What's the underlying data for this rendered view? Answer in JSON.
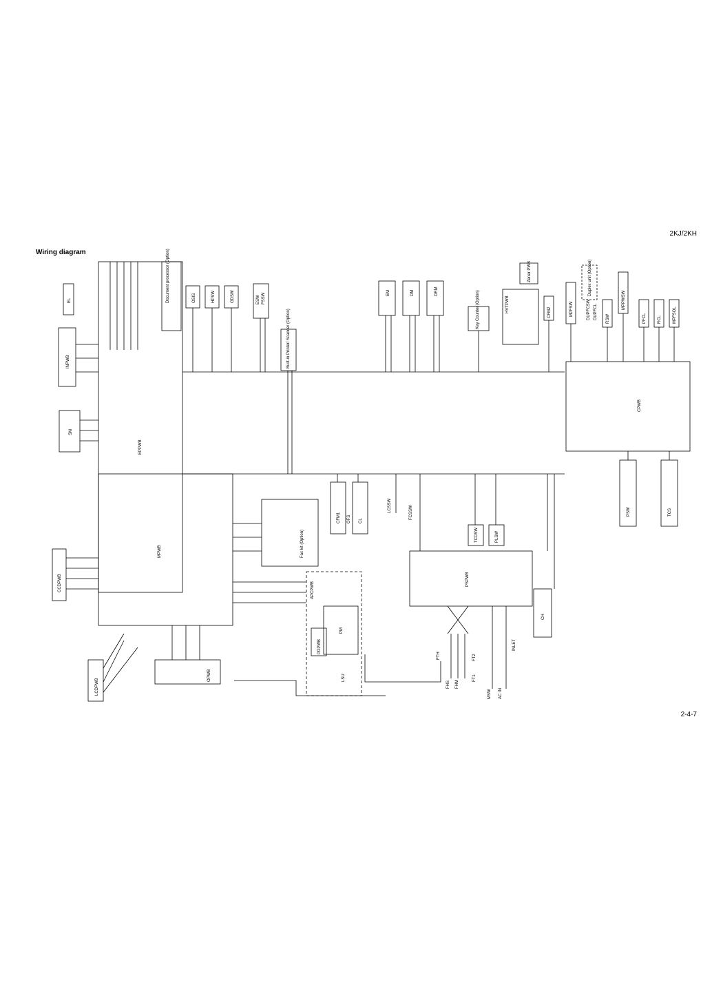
{
  "header": {
    "model": "2KJ/2KH"
  },
  "section": {
    "title": "Wiring diagram"
  },
  "footer": {
    "page": "2-4-7"
  },
  "diagram": {
    "boards": {
      "eppwb": "EPPWB",
      "mpwb": "MPWB",
      "cpwb": "CPWB",
      "pspwb": "PSPWB",
      "inpwb": "INPWB",
      "ccdpwb": "CCDPWB",
      "lcdpwb": "LCDPWB",
      "opwb": "OPWB",
      "htpwb": "HVTPWB",
      "apcpwb": "APCPWB",
      "pdpwb": "PDPWB",
      "zener": "Zener PWB"
    },
    "components": {
      "el": "EL",
      "sm": "SM",
      "dp": "Document processor (Option)",
      "osis": "OSIS",
      "hpsw": "HPSW",
      "odsw": "ODSW",
      "esw": "ESW",
      "fssw": "FSSW",
      "fax": "Built-in Printer/ Scanner (Option)",
      "em": "EM",
      "dm": "DM",
      "drm": "DRM",
      "kc": "Key Counter (Option)",
      "cfm2": "CFM2",
      "mpfsw": "MPFSW",
      "dupfcsw": "DUPFCSW",
      "duplex": "Duplex unit (Option)",
      "dupfcl": "DUPFCL",
      "rsw": "RSW",
      "mppwsw": "MPPWSW",
      "pfcl": "PFCL",
      "rcl": "RCL",
      "mpfsol": "MPFSOL",
      "psw": "PSW",
      "tcs": "TCS",
      "cfm1": "CFM1",
      "ofs": "OFS",
      "cl": "CL",
      "faxopt": "Fax kit (Option)",
      "lcssw": "LCSSW",
      "fcssw": "FCSSW",
      "tcdsw": "TCDSW",
      "plsw": "PLSW",
      "pm": "PM",
      "lsu": "LSU",
      "ch": "CH",
      "fth": "FTH",
      "fhs": "FHS",
      "fhm": "FHM",
      "ft1": "FT1",
      "ft2": "FT2",
      "msw": "MSW",
      "inlet": "INLET",
      "acin": "AC IN"
    }
  }
}
